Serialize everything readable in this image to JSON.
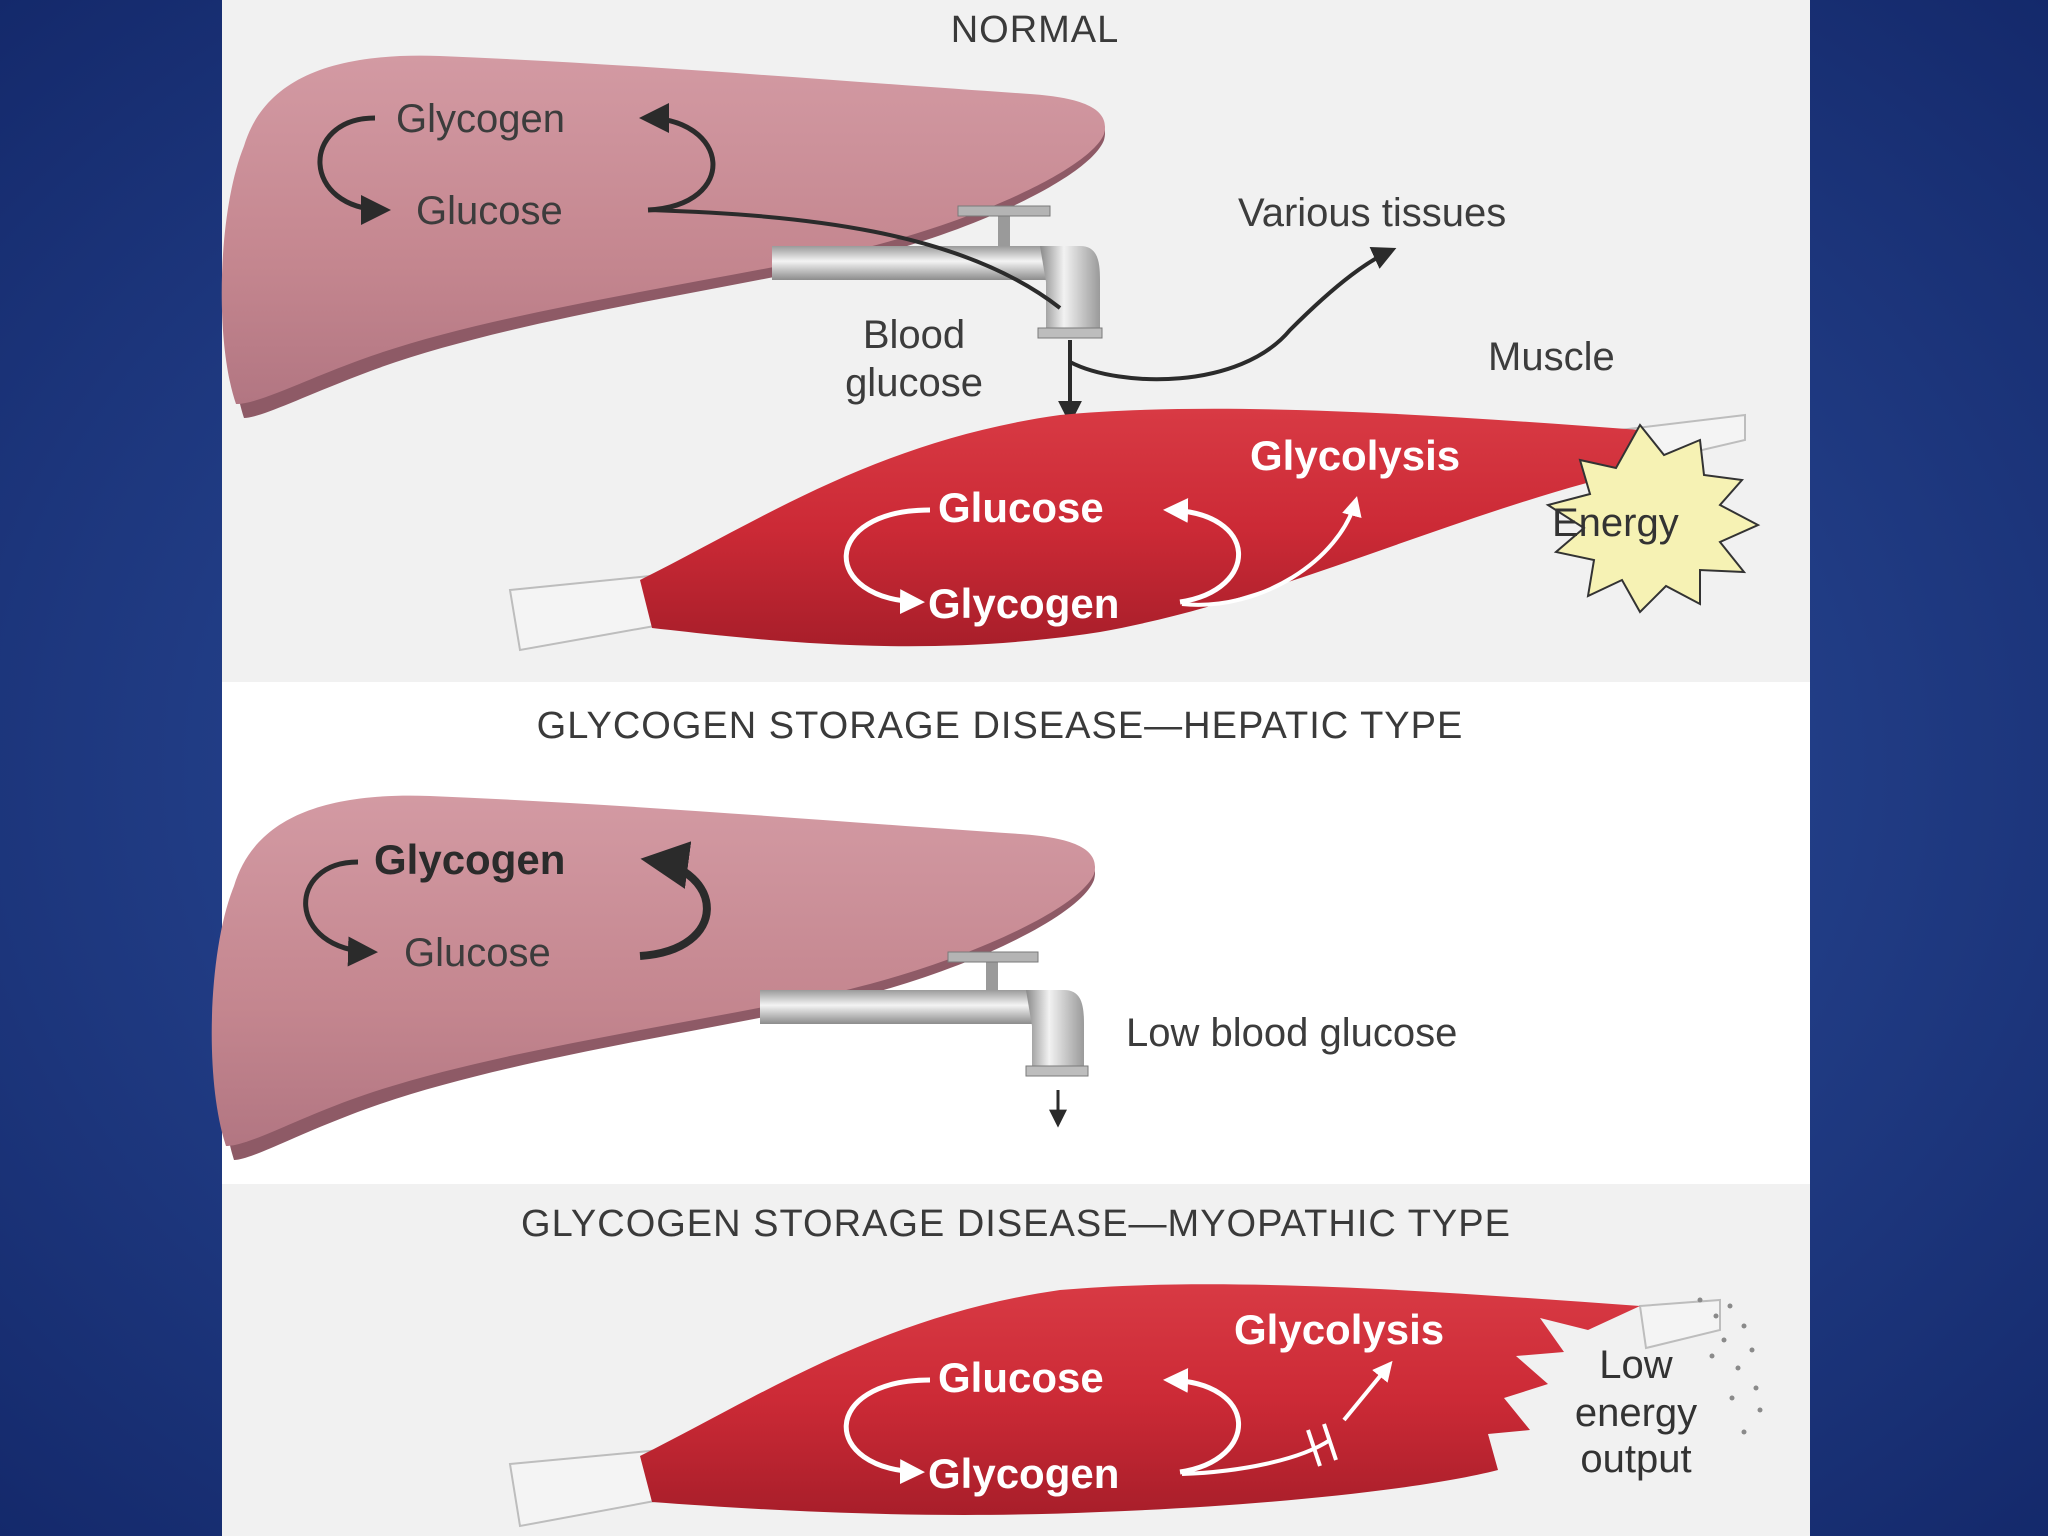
{
  "normal": {
    "heading": "NORMAL",
    "liver_glycogen": "Glycogen",
    "liver_glucose": "Glucose",
    "various_tissues": "Various tissues",
    "blood_line1": "Blood",
    "blood_line2": "glucose",
    "muscle": "Muscle",
    "glycolysis": "Glycolysis",
    "muscle_glucose": "Glucose",
    "muscle_glycogen": "Glycogen",
    "energy": "Energy"
  },
  "hepatic": {
    "heading": "GLYCOGEN STORAGE DISEASE—HEPATIC TYPE",
    "liver_glycogen": "Glycogen",
    "liver_glucose": "Glucose",
    "low_blood_glucose": "Low blood glucose"
  },
  "myopathic": {
    "heading": "GLYCOGEN STORAGE DISEASE—MYOPATHIC TYPE",
    "glycolysis": "Glycolysis",
    "muscle_glucose": "Glucose",
    "muscle_glycogen": "Glycogen",
    "low_line1": "Low",
    "low_line2": "energy",
    "low_line3": "output"
  },
  "colors": {
    "background": "#24418b",
    "panel": "#f1f1f1",
    "liver": "#c4868f",
    "liver_shadow": "#8e5a66",
    "muscle": "#cc2a36",
    "tendon": "#f4f4f4",
    "energy_burst": "#f6f2b4"
  }
}
